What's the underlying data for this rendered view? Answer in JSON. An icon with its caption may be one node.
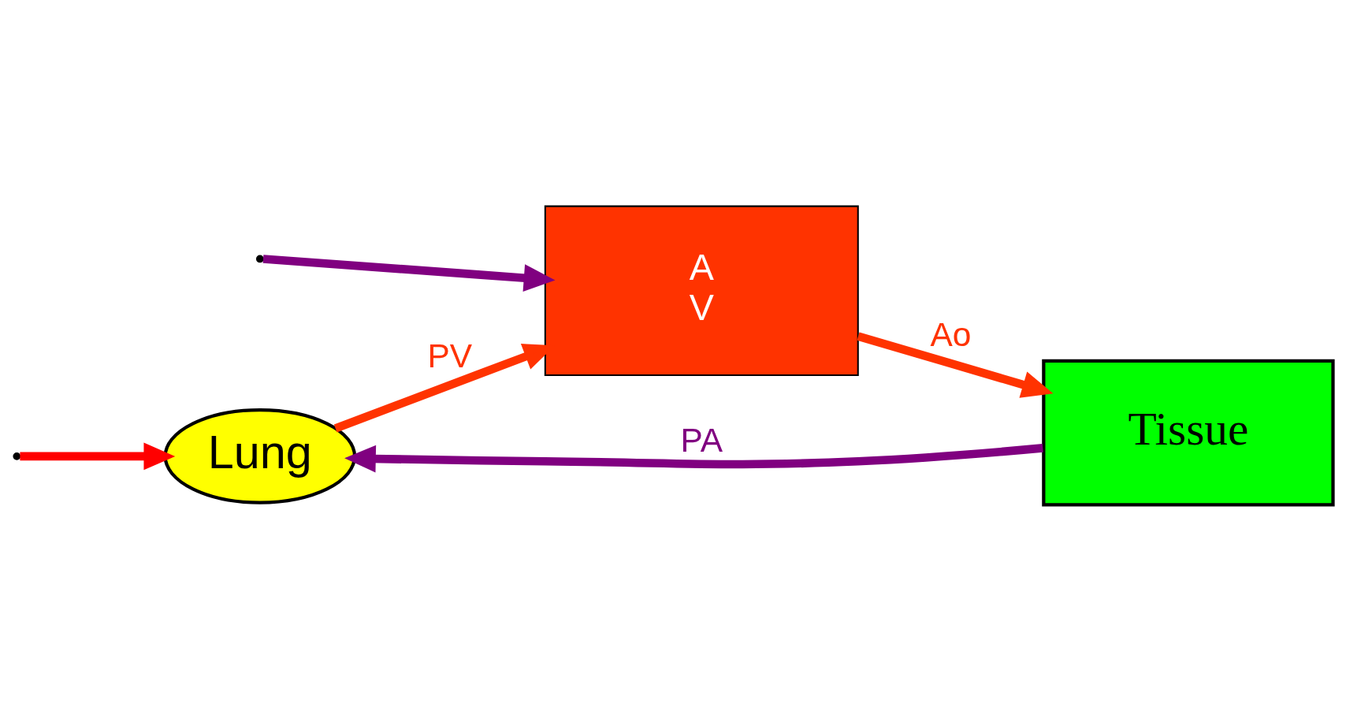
{
  "diagram": {
    "nodes": [
      {
        "text": [
          "Lung"
        ]
      },
      {
        "text": [
          "A",
          "V"
        ]
      },
      {
        "text": [
          "Tissue"
        ]
      }
    ],
    "edges": [
      {
        "from": 2,
        "to": 0,
        "arrow": "to",
        "label": "PA",
        "color": "#800080"
      },
      {
        "from": 0,
        "to": 1,
        "arrow": "to",
        "label": "PV",
        "color": "#ff3300"
      },
      {
        "from": 1,
        "to": 2,
        "arrow": "to",
        "label": "Ao",
        "color": "#ff3300"
      },
      {
        "from": null,
        "to": 1,
        "arrow": "to",
        "color": "#800080"
      },
      {
        "from": null,
        "to": 0,
        "arrow": "to",
        "color": "#ff0000"
      }
    ]
  }
}
